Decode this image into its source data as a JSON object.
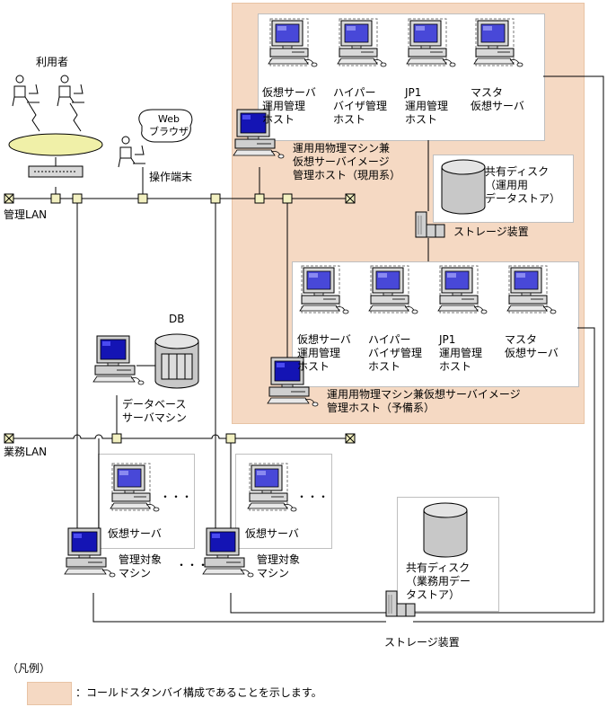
{
  "labels": {
    "users": "利用者",
    "web_browser": "Web\nブラウザ",
    "operation_terminal": "操作端末",
    "mgmt_lan": "管理LAN",
    "business_lan": "業務LAN",
    "db": "DB",
    "db_server": "データベース\nサーバマシン",
    "managed_machine": "管理対象\nマシン",
    "virtual_server": "仮想サーバ",
    "ellipsis": "・・・",
    "host_active_caption": "運用用物理マシン兼\n仮想サーバイメージ\n管理ホスト（現用系）",
    "host_standby_caption": "運用用物理マシン兼仮想サーバイメージ\n管理ホスト（予備系）",
    "shared_disk_ops": "共有ディスク\n（運用用\nデータストア）",
    "storage": "ストレージ装置",
    "shared_disk_biz": "共有ディスク\n（業務用デー\nタストア）",
    "legend_title": "（凡例）",
    "legend_text": "：コールドスタンバイ構成であることを示します。"
  },
  "vm_labels": [
    "仮想サーバ\n運用管理\nホスト",
    "ハイパー\nバイザ管理\nホスト",
    "JP1\n運用管理\nホスト",
    "マスタ\n仮想サーバ"
  ],
  "colors": {
    "cold_standby_area": "#f5d9c3",
    "monitor_screen": "#4848d8",
    "monitor_screen_dark": "#1414b4",
    "node_fill": "#f2f0c0"
  }
}
